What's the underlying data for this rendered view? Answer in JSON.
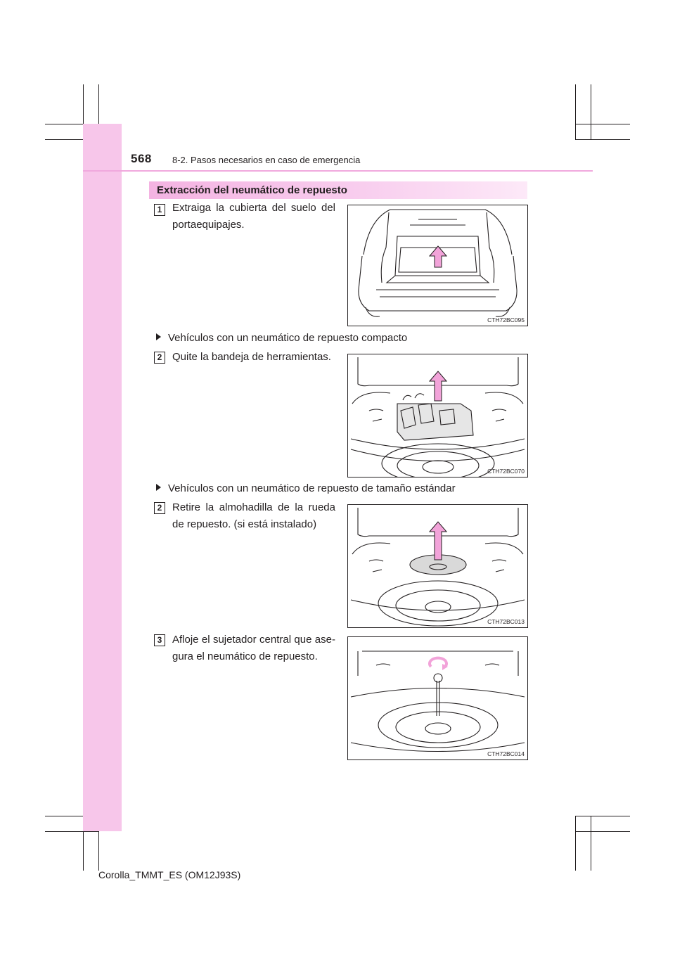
{
  "header": {
    "page_number": "568",
    "chapter": "8-2. Pasos necesarios en caso de emergencia"
  },
  "section": {
    "title": "Extracción del neumático de repuesto"
  },
  "steps": [
    {
      "number": "1",
      "text": "Extraiga la cubierta del suelo del portaequipajes.",
      "figure_code": "CTH72BC095"
    },
    {
      "condition": "Vehículos con un neumático de repuesto compacto"
    },
    {
      "number": "2",
      "text": "Quite la bandeja de herramientas.",
      "figure_code": "CTH72BC070"
    },
    {
      "condition": "Vehículos con un neumático de repuesto de tamaño estándar"
    },
    {
      "number": "2",
      "text": "Retire la almohadilla de la rueda de repuesto. (si está instalado)",
      "figure_code": "CTH72BC013"
    },
    {
      "number": "3",
      "text": "Afloje el sujetador central que ase-gura el neumático de repuesto.",
      "figure_code": "CTH72BC014"
    }
  ],
  "footer": {
    "text": "Corolla_TMMT_ES (OM12J93S)"
  },
  "colors": {
    "accent_pink": "#f7c6ea",
    "arrow_pink": "#f2a3d9",
    "text": "#231f20"
  }
}
